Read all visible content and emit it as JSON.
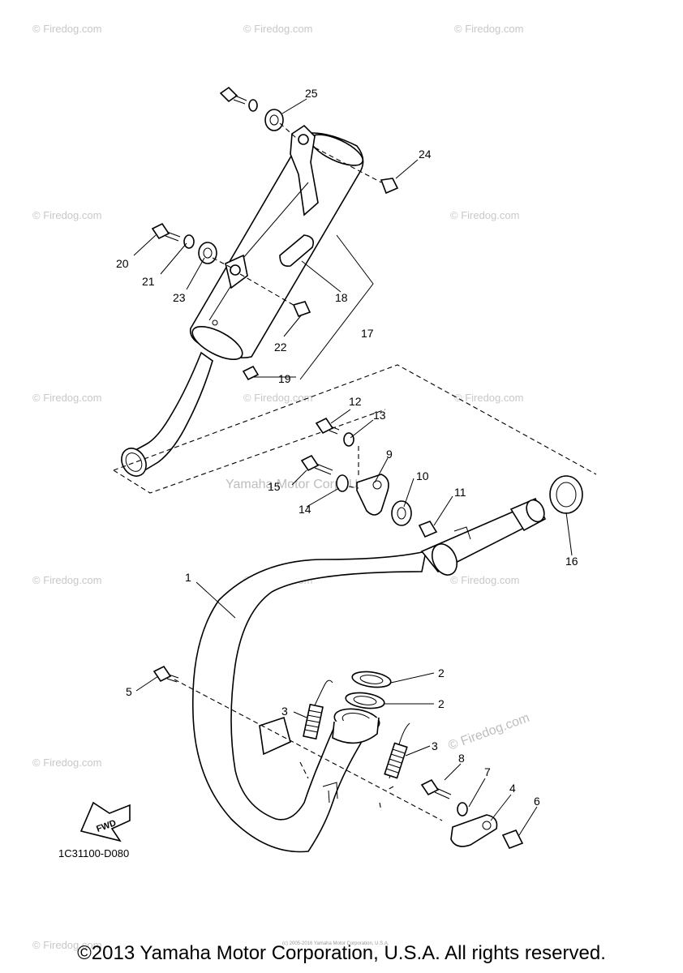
{
  "callouts": {
    "c1": "1",
    "c2a": "2",
    "c2b": "2",
    "c3a": "3",
    "c3b": "3",
    "c4": "4",
    "c5": "5",
    "c6": "6",
    "c7": "7",
    "c8": "8",
    "c9": "9",
    "c10": "10",
    "c11": "11",
    "c12": "12",
    "c13": "13",
    "c14": "14",
    "c15": "15",
    "c16": "16",
    "c17": "17",
    "c18": "18",
    "c19": "19",
    "c20": "20",
    "c21": "21",
    "c22": "22",
    "c23": "23",
    "c24": "24",
    "c25": "25"
  },
  "fwd_label": "FWD",
  "diagram_code": "1C31100-D080",
  "watermark": "© Firedog.com",
  "center_watermark": "Yamaha Motor Corp. U.S.A.",
  "tiny_credit": "(c) 2005-2016 Yamaha Motor Corporation, U.S.A.",
  "copyright": "©2013 Yamaha Motor Corporation, U.S.A. All rights reserved."
}
